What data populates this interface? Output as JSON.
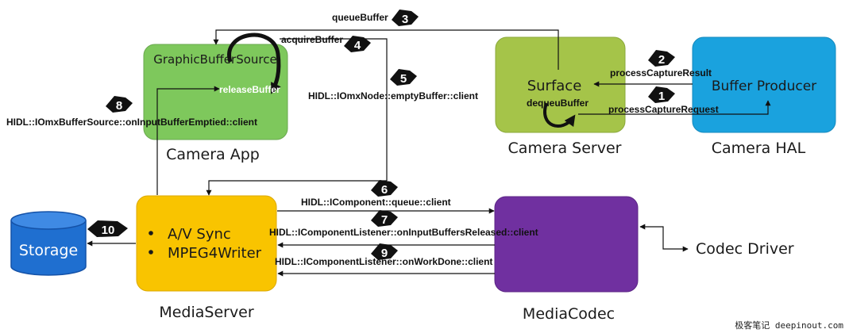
{
  "boxes": {
    "graphic_buffer_source": {
      "label": "GraphicBufferSource",
      "caption": "Camera App",
      "color": "#7ec85c"
    },
    "surface": {
      "label": "Surface",
      "caption": "Camera Server",
      "color": "#a5c449"
    },
    "buffer_producer": {
      "label": "Buffer Producer",
      "caption": "Camera HAL",
      "color": "#1aa2de"
    },
    "media_server": {
      "items": [
        "A/V Sync",
        "MPEG4Writer"
      ],
      "caption": "MediaServer",
      "color": "#f9c400"
    },
    "media_codec": {
      "caption": "MediaCodec",
      "color": "#7030a0"
    },
    "storage": {
      "label": "Storage",
      "color": "#1f6fd0"
    },
    "codec_driver": {
      "label": "Codec Driver"
    }
  },
  "messages": {
    "queue_buffer": "queueBuffer",
    "acquire_buffer": "acquireBuffer",
    "release_buffer": "releaseBuffer",
    "dequeue_buffer": "dequeuBuffer",
    "process_capture_result": "processCaptureResult",
    "process_capture_request": "processCaptureRequest",
    "empty_buffer": "HIDL::IOmxNode::emptyBuffer::client",
    "on_input_buffer_emptied": "HIDL::IOmxBufferSource::onInputBufferEmptied::client",
    "queue_client": "HIDL::IComponent::queue::client",
    "on_input_buffers_released": "HIDL::IComponentListener::onInputBuffersReleased::client",
    "on_work_done": "HIDL::IComponentListener::onWorkDone::client"
  },
  "badges": [
    "1",
    "2",
    "3",
    "4",
    "5",
    "6",
    "7",
    "8",
    "9",
    "10"
  ],
  "watermark": "极客笔记 deepinout.com"
}
